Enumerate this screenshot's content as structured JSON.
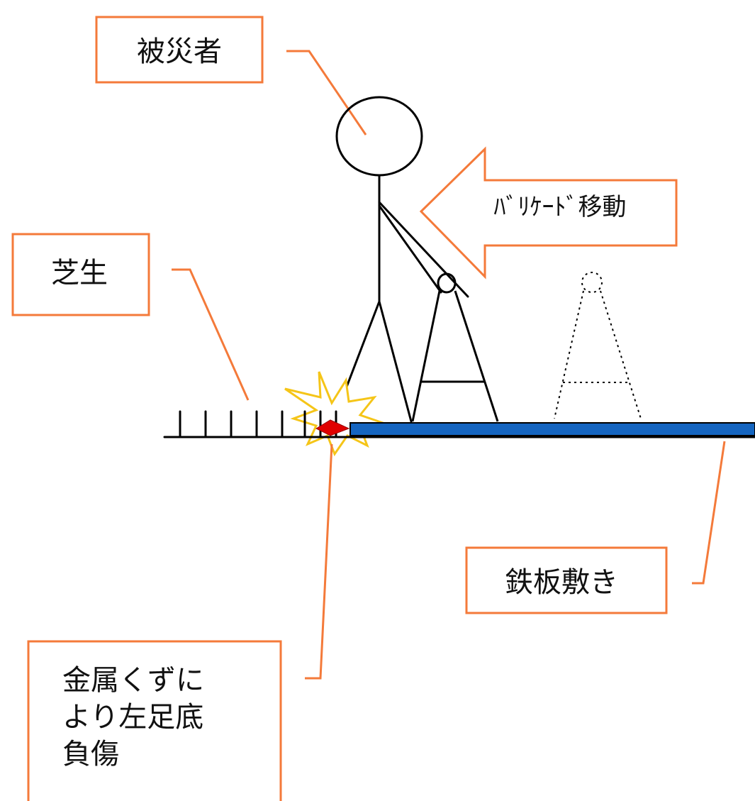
{
  "labels": {
    "victim": "被災者",
    "barricade_move": "ﾊﾞﾘｹｰﾄﾞ移動",
    "lawn": "芝生",
    "steel_plate": "鉄板敷き",
    "injury": [
      "金属くずに",
      "より左足底",
      "負傷"
    ]
  },
  "colors": {
    "callout_border": "#f47a3a",
    "leader_line": "#f47a3a",
    "steel_plate": "#1565c0",
    "ground_line": "#000000",
    "impact_burst": "#f5c518",
    "metal_scrap": "#e00000",
    "figure_line": "#000000"
  }
}
